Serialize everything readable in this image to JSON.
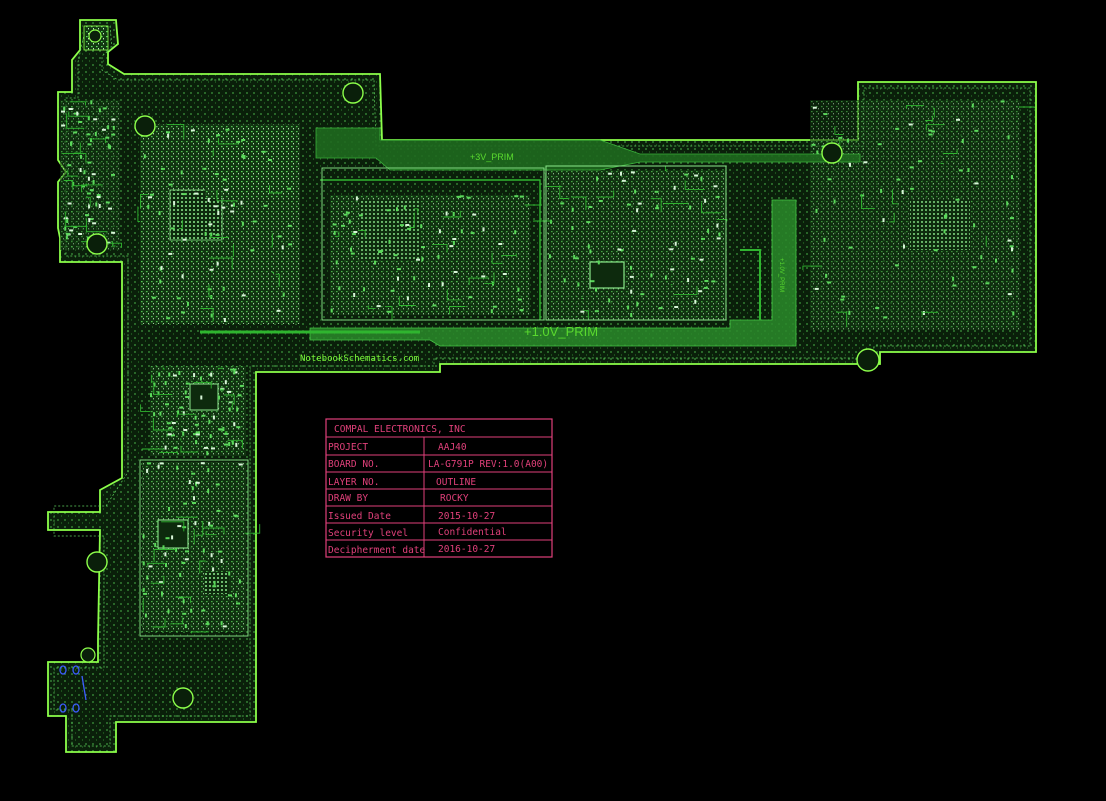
{
  "board": {
    "net_labels": {
      "rail_3v": "+3V_PRIM",
      "rail_1v": "+1.0V_PRIM",
      "rail_vert": "+1.0V_PRIM"
    },
    "watermark": "NotebookSchematics.com"
  },
  "title_block": {
    "company": "COMPAL ELECTRONICS, INC",
    "rows": [
      {
        "label": "PROJECT",
        "value": "AAJ40"
      },
      {
        "label": "BOARD NO.",
        "value": "LA-G791P REV:1.0(A00)"
      },
      {
        "label": "LAYER NO.",
        "value": "OUTLINE"
      },
      {
        "label": "DRAW BY",
        "value": "ROCKY"
      },
      {
        "label": "Issued  Date",
        "value": "2015-10-27"
      },
      {
        "label": "Security level",
        "value": "Confidential"
      },
      {
        "label": "Decipherment date",
        "value": "2016-10-27"
      }
    ]
  },
  "colors": {
    "board_fill": "#0a1f0a",
    "board_outline": "#8cff4a",
    "trace": "#2fb52f",
    "copper_pour": "#1f6a1f",
    "silkscreen": "#7dff3c",
    "title_block": "#e0407a",
    "blue_pads": "#3c5cff"
  }
}
